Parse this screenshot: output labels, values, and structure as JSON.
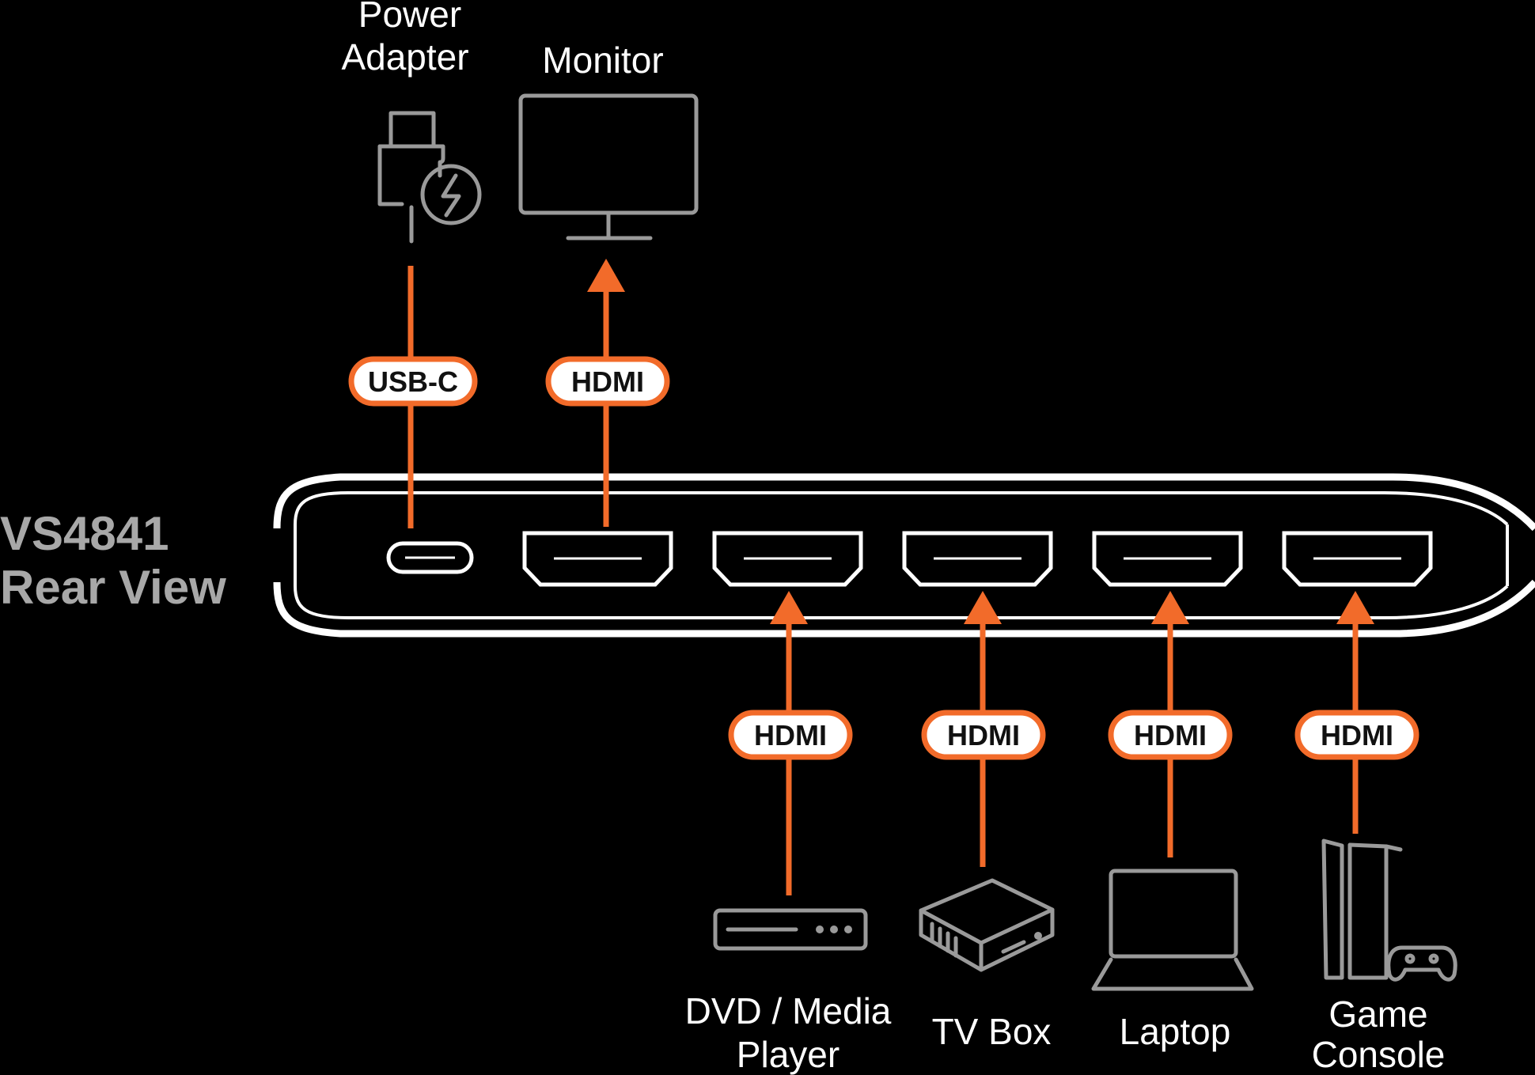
{
  "title": {
    "line1": "VS4841",
    "line2": "Rear View"
  },
  "colors": {
    "accent": "#f26b2a",
    "device_outline": "#ffffff",
    "icon_gray": "#9a9a9a",
    "title_gray": "#a8a8a8"
  },
  "top": {
    "power": {
      "label_line1": "Power",
      "label_line2": "Adapter",
      "icon": "usb-c-power-adapter-icon",
      "connection": "USB-C"
    },
    "monitor": {
      "label": "Monitor",
      "icon": "monitor-icon",
      "connection": "HDMI"
    }
  },
  "sources": [
    {
      "label_line1": "DVD / Media",
      "label_line2": "Player",
      "icon": "media-player-icon",
      "connection": "HDMI"
    },
    {
      "label": "TV Box",
      "icon": "tv-box-icon",
      "connection": "HDMI"
    },
    {
      "label": "Laptop",
      "icon": "laptop-icon",
      "connection": "HDMI"
    },
    {
      "label_line1": "Game",
      "label_line2": "Console",
      "icon": "game-console-icon",
      "connection": "HDMI"
    }
  ]
}
